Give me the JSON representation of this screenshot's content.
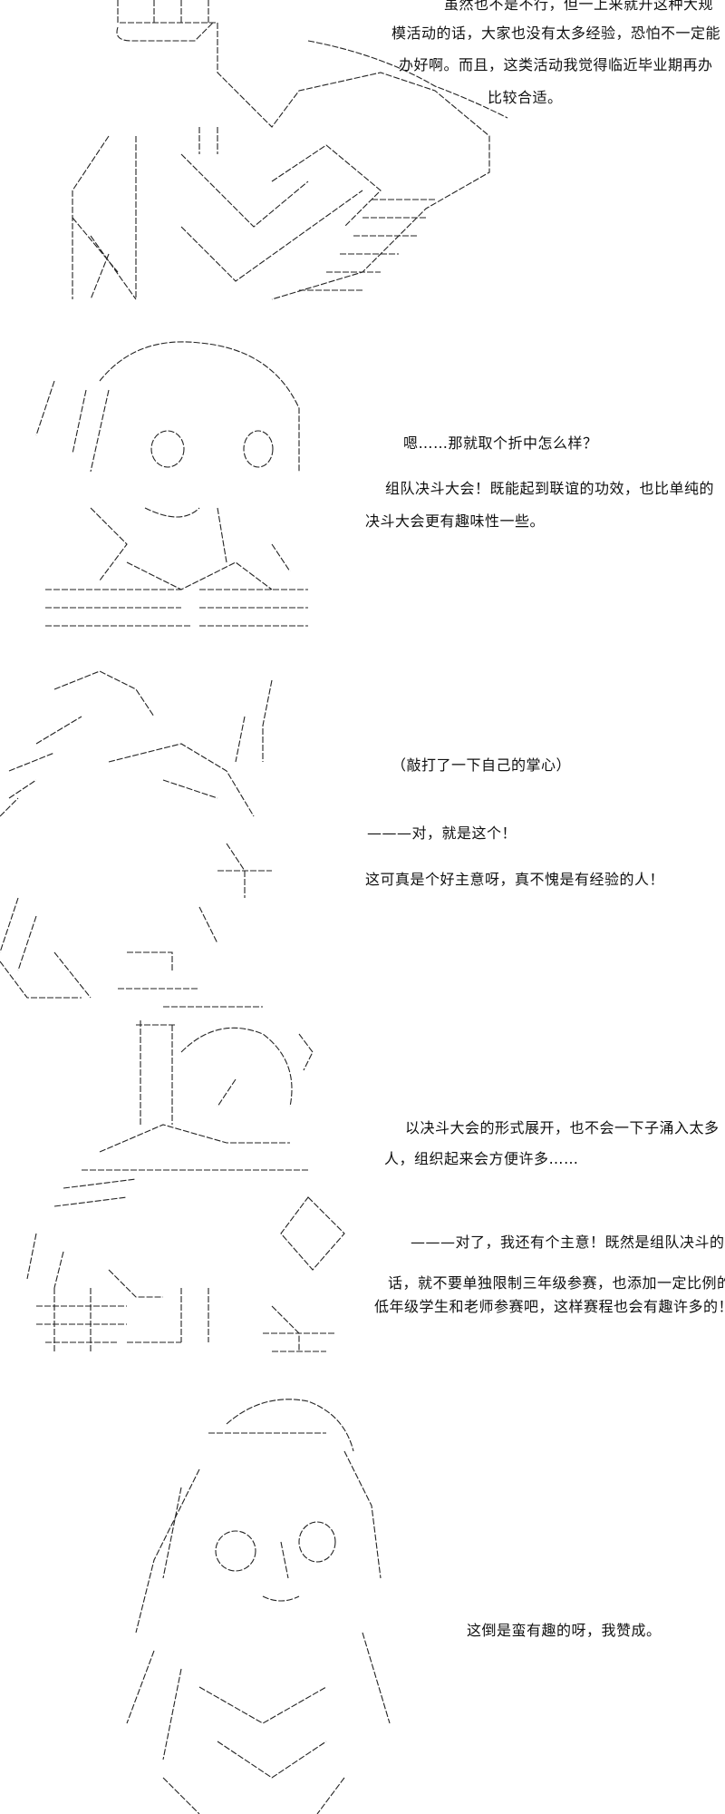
{
  "panels": [
    {
      "lines": [
        "虽然也不是不行，但一上来就开这种大规",
        "模活动的话，大家也没有太多经验，恐怕不一定能",
        "办好啊。而且，这类活动我觉得临近毕业期再办",
        "比较合适。"
      ]
    },
    {
      "lines": [
        "嗯……那就取个折中怎么样？",
        "组队决斗大会！既能起到联谊的功效，也比单纯的",
        "决斗大会更有趣味性一些。"
      ]
    },
    {
      "lines": [
        "（敲打了一下自己的掌心）",
        "———对，就是这个！",
        "这可真是个好主意呀，真不愧是有经验的人！"
      ]
    },
    {
      "lines": [
        "以决斗大会的形式展开，也不会一下子涌入太多",
        "人，组织起来会方便许多……",
        "———对了，我还有个主意！既然是组队决斗的",
        "话，就不要单独限制三年级参赛，也添加一定比例的",
        "低年级学生和老师参赛吧，这样赛程也会有趣许多的！"
      ]
    },
    {
      "lines": [
        "这倒是蛮有趣的呀，我赞成。"
      ]
    }
  ]
}
